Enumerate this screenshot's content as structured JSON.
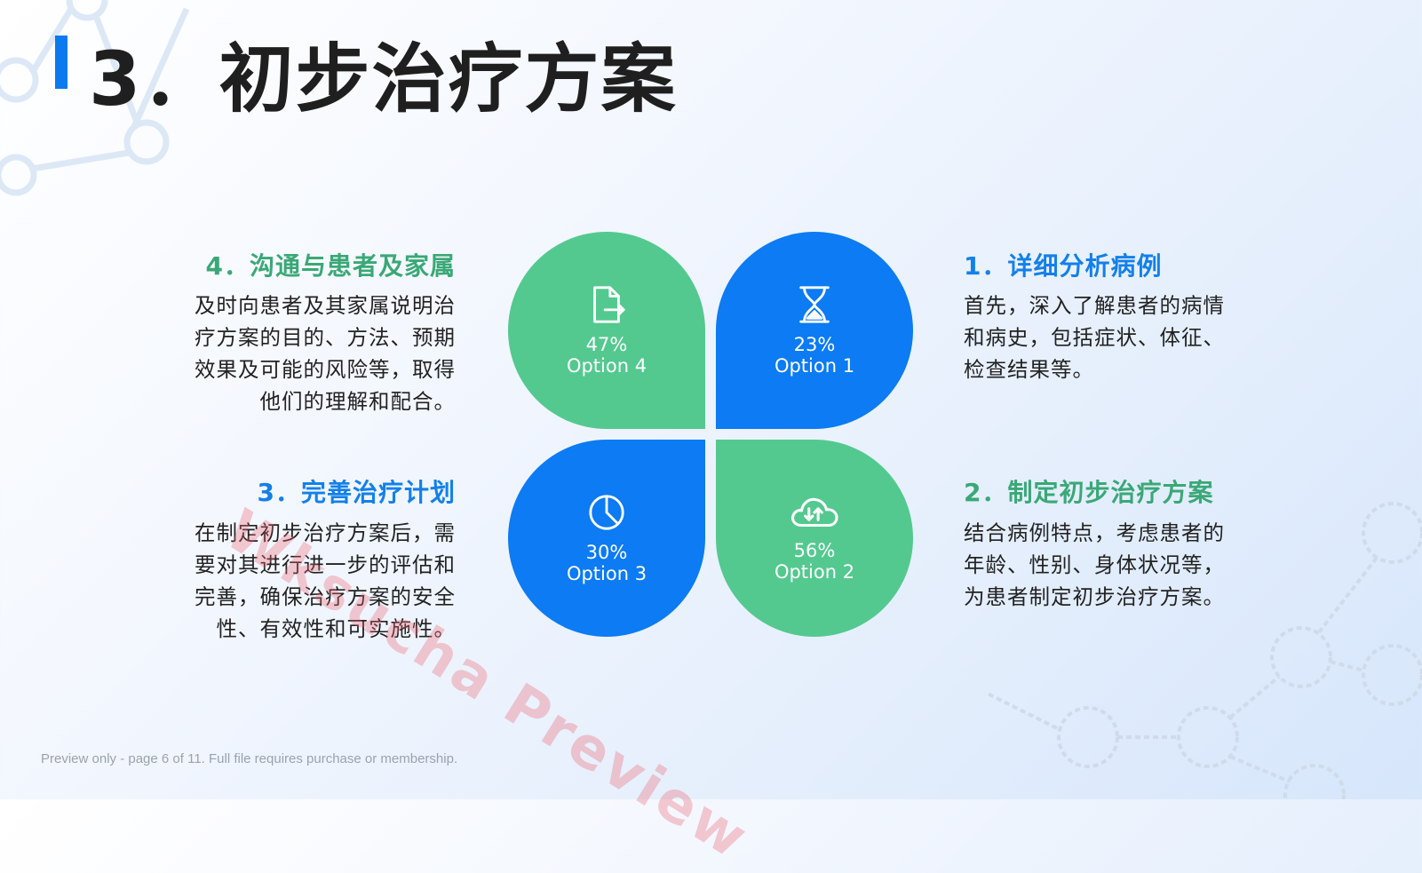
{
  "slide": {
    "title": "3．初步治疗方案",
    "watermark": "Wksucha Preview",
    "footer": "Preview only - page 6 of 11. Full file requires purchase or membership."
  },
  "petals": [
    {
      "position": "top-left",
      "percent": "47%",
      "label": "Option 4",
      "icon": "document-export-icon",
      "color": "#53c98f"
    },
    {
      "position": "top-right",
      "percent": "23%",
      "label": "Option 1",
      "icon": "hourglass-icon",
      "color": "#0c7bf4"
    },
    {
      "position": "bottom-left",
      "percent": "30%",
      "label": "Option 3",
      "icon": "clock-icon",
      "color": "#0c7bf4"
    },
    {
      "position": "bottom-right",
      "percent": "56%",
      "label": "Option 2",
      "icon": "cloud-sync-icon",
      "color": "#53c98f"
    }
  ],
  "items": [
    {
      "heading": "1．详细分析病例",
      "body": "首先，深入了解患者的病情和病史，包括症状、体征、检查结果等。",
      "color": "#1380ea"
    },
    {
      "heading": "2．制定初步治疗方案",
      "body": "结合病例特点，考虑患者的年龄、性别、身体状况等，为患者制定初步治疗方案。",
      "color": "#3aa876"
    },
    {
      "heading": "3．完善治疗计划",
      "body": "在制定初步治疗方案后，需要对其进行进一步的评估和完善，确保治疗方案的安全性、有效性和可实施性。",
      "color": "#1380ea"
    },
    {
      "heading": "4．沟通与患者及家属",
      "body": "及时向患者及其家属说明治疗方案的目的、方法、预期效果及可能的风险等，取得他们的理解和配合。",
      "color": "#3aa876"
    }
  ],
  "colors": {
    "accent_blue": "#0b7af0",
    "accent_green": "#53c98f"
  }
}
